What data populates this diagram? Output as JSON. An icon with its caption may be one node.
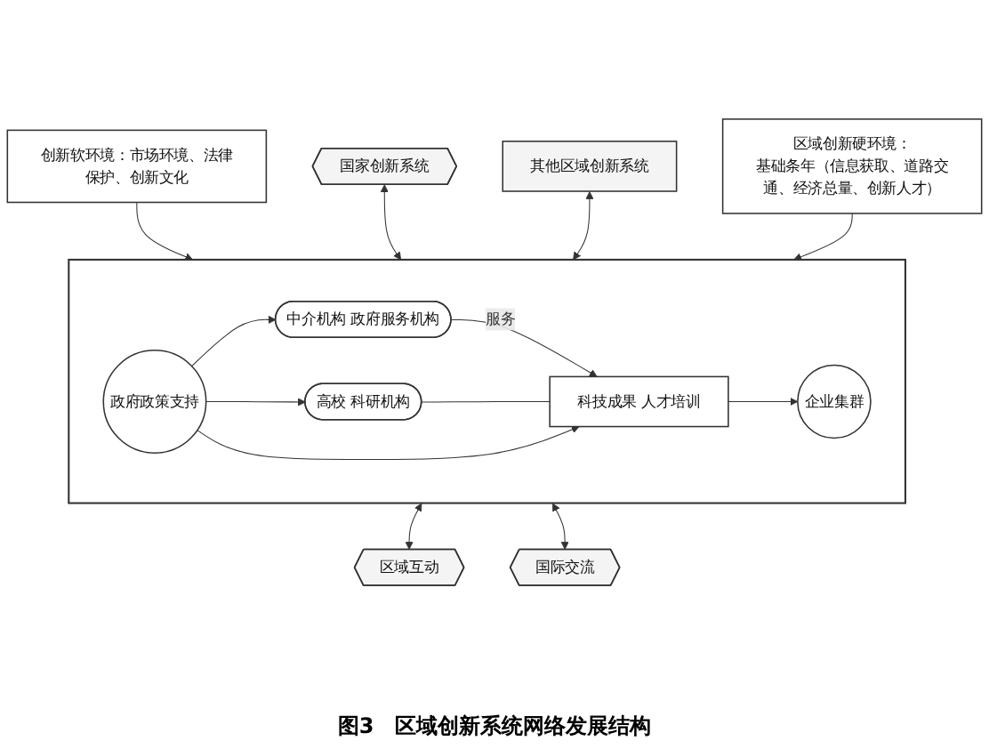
{
  "diagram": {
    "caption": "图3　区域创新系统网络发展结构",
    "nodes": [
      {
        "text": [
          "创新软环境：市场环境、法律保护、创新文化"
        ]
      },
      {
        "text": [],
        "shape": "box"
      },
      {
        "text": [
          "企业集群"
        ],
        "in": 1
      },
      {
        "text": [
          "中介机构 政府服务机构"
        ],
        "in": 1
      },
      {
        "text": [
          "科技成果 人才培训"
        ],
        "in": 1
      },
      {
        "text": [
          "高校 科研机构"
        ],
        "in": 1
      },
      {
        "text": [
          "政府政策支持"
        ],
        "in": 1
      },
      {
        "text": [
          "国家创新系统"
        ]
      },
      {
        "text": [
          "其他区域创新系统"
        ]
      },
      {
        "text": [
          "区域互动"
        ]
      },
      {
        "text": [
          "国际交流"
        ]
      },
      {
        "text": [
          "区域创新硬环境：",
          "基础条年（信息获取、道路交通、经济总量、创新人才）"
        ]
      }
    ],
    "edges": [
      {
        "from": 0,
        "to": 1,
        "arrow": "to"
      },
      {
        "from": 3,
        "to": 4,
        "arrow": "to",
        "label": "服务"
      },
      {
        "from": 4,
        "to": 2,
        "arrow": "to"
      },
      {
        "from": 5,
        "to": 4,
        "arrow": "none"
      },
      {
        "from": 6,
        "to": 4,
        "arrow": "to"
      },
      {
        "from": 6,
        "to": 3,
        "arrow": "to"
      },
      {
        "from": 6,
        "to": 5,
        "arrow": "to"
      },
      {
        "from": 7,
        "to": 1,
        "arrow": "both"
      },
      {
        "from": 8,
        "to": 1,
        "arrow": "both"
      },
      {
        "from": 1,
        "to": 9,
        "arrow": "both"
      },
      {
        "from": 1,
        "to": 10,
        "arrow": "both"
      },
      {
        "from": 11,
        "to": 1,
        "arrow": "to"
      }
    ]
  }
}
